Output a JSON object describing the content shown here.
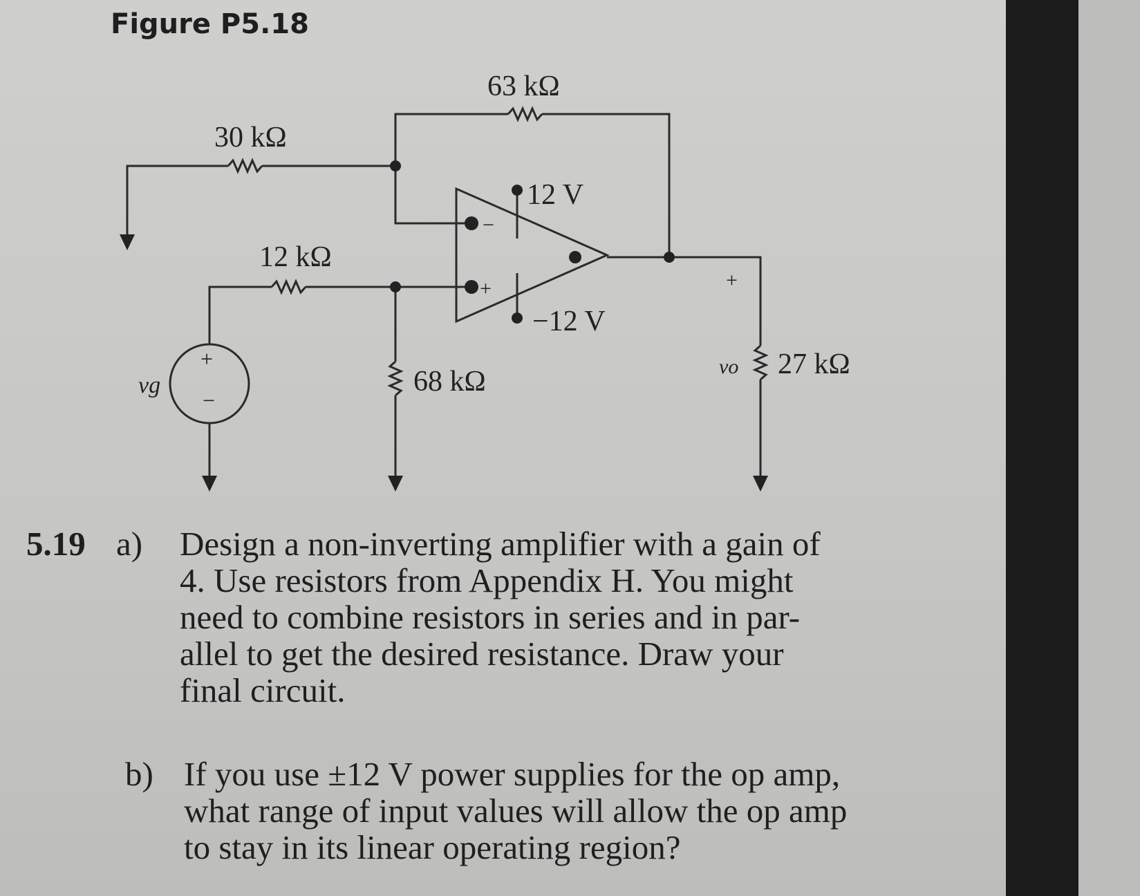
{
  "figure": {
    "label": "Figure P5.18",
    "resistors": {
      "r_feedback": "63 kΩ",
      "r_input": "30 kΩ",
      "r_series": "12 kΩ",
      "r_shunt": "68 kΩ",
      "r_load": "27 kΩ"
    },
    "supply_pos": "12 V",
    "supply_neg": "−12 V",
    "source_label": "vg",
    "output_label": "vo",
    "plus_sign": "+",
    "minus_sign": "−"
  },
  "problem": {
    "number": "5.19",
    "part_a": {
      "letter": "a)",
      "lines": [
        "Design a non-inverting amplifier with a gain of",
        "4. Use resistors from Appendix H. You might",
        "need to combine resistors in series and in par-",
        "allel to get the desired resistance. Draw your",
        "final circuit."
      ]
    },
    "part_b": {
      "letter": "b)",
      "lines": [
        "If you use ±12 V power supplies for the op amp,",
        "what range of input values will allow the op amp",
        "to stay in its linear operating region?"
      ]
    }
  }
}
